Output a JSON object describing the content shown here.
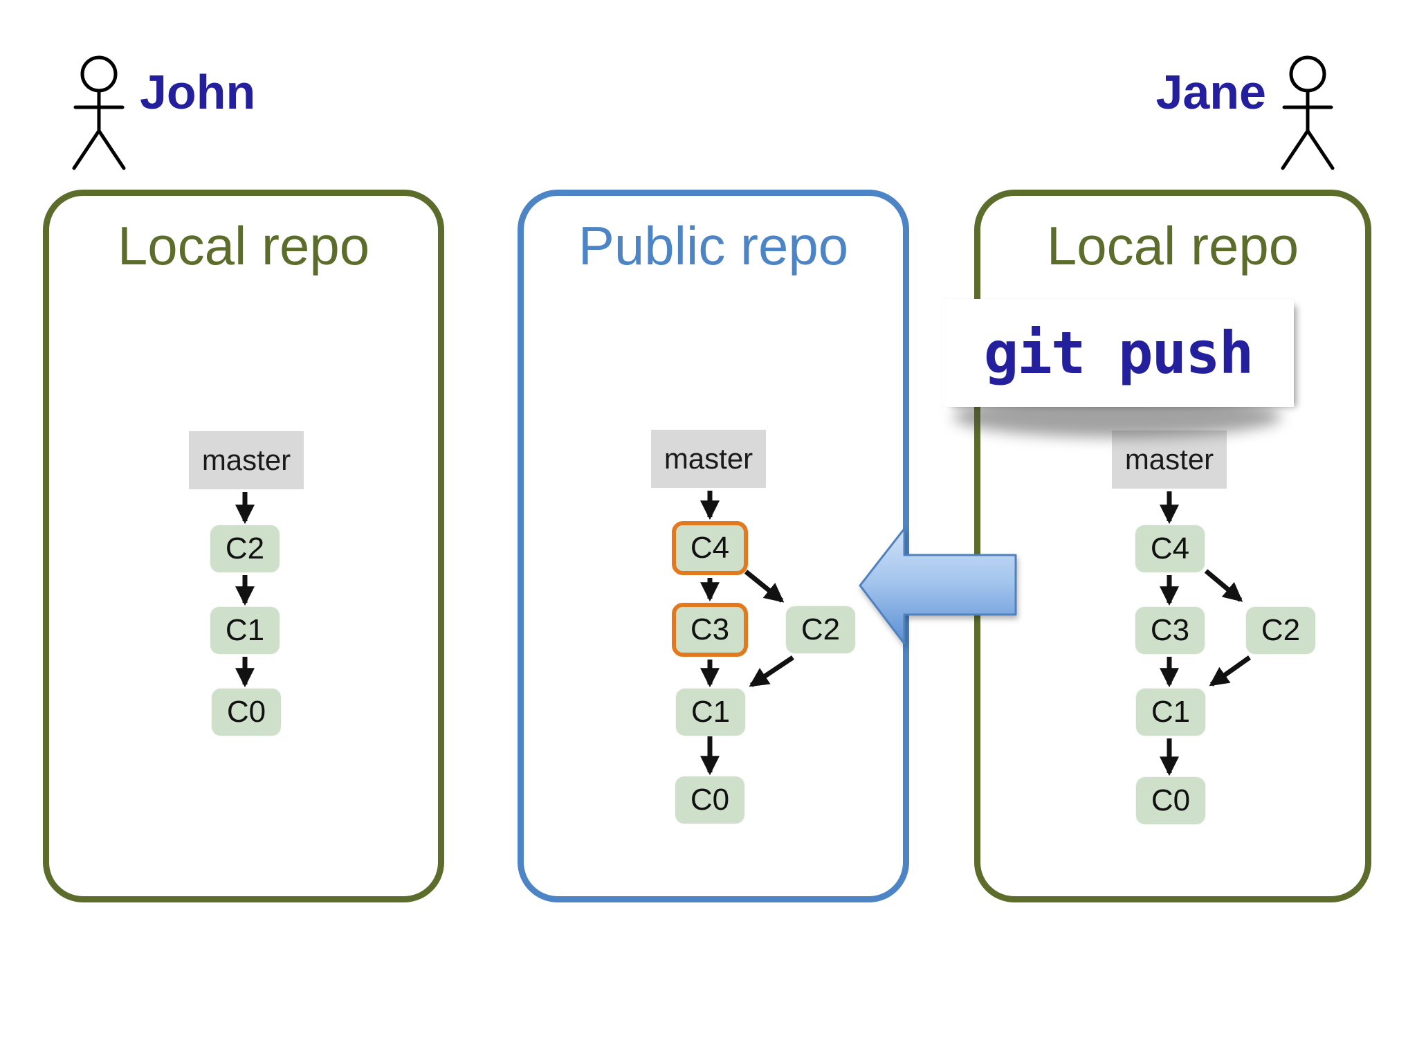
{
  "people": [
    {
      "name": "John"
    },
    {
      "name": "Jane"
    }
  ],
  "action": {
    "label": "git push"
  },
  "repos": [
    {
      "title": "Local repo",
      "branch_label": "master",
      "commits": [
        {
          "label": "C2",
          "highlighted": false
        },
        {
          "label": "C1",
          "highlighted": false
        },
        {
          "label": "C0",
          "highlighted": false
        }
      ],
      "edges": [
        "master->C2",
        "C2->C1",
        "C1->C0"
      ]
    },
    {
      "title": "Public repo",
      "branch_label": "master",
      "commits": [
        {
          "label": "C4",
          "highlighted": true
        },
        {
          "label": "C3",
          "highlighted": true
        },
        {
          "label": "C2",
          "highlighted": false
        },
        {
          "label": "C1",
          "highlighted": false
        },
        {
          "label": "C0",
          "highlighted": false
        }
      ],
      "edges": [
        "master->C4",
        "C4->C3",
        "C4->C2",
        "C3->C1",
        "C2->C1",
        "C1->C0"
      ]
    },
    {
      "title": "Local repo",
      "branch_label": "master",
      "commits": [
        {
          "label": "C4",
          "highlighted": false
        },
        {
          "label": "C3",
          "highlighted": false
        },
        {
          "label": "C2",
          "highlighted": false
        },
        {
          "label": "C1",
          "highlighted": false
        },
        {
          "label": "C0",
          "highlighted": false
        }
      ],
      "edges": [
        "master->C4",
        "C4->C3",
        "C4->C2",
        "C3->C1",
        "C2->C1",
        "C1->C0"
      ]
    }
  ],
  "colors": {
    "olive": "#5b6c2b",
    "blue": "#4c84c6",
    "navy": "#241f9c",
    "green-fill": "#cfe0ca",
    "gray-fill": "#d9d9d9",
    "orange": "#e2791e",
    "edge-black": "#111111",
    "arrow-top": "#cfe0f6",
    "arrow-mid": "#a5c6ee",
    "arrow-bottom": "#5b8fd3",
    "arrow-stroke": "#4f81bd"
  }
}
